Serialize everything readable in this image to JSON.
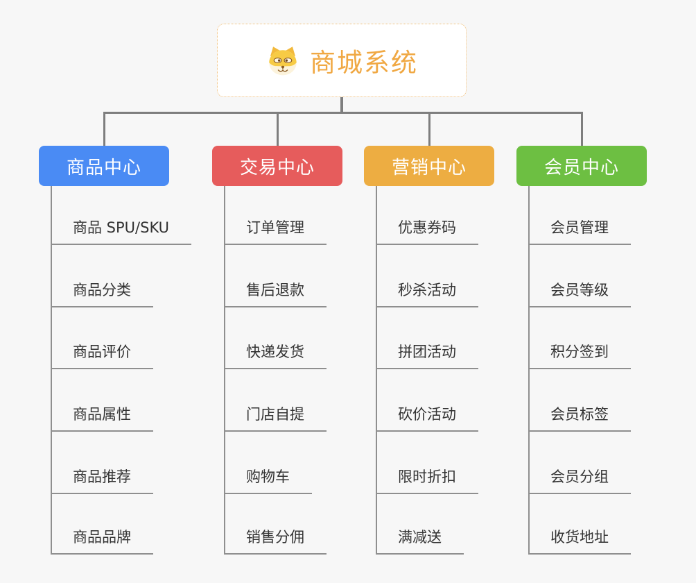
{
  "root": {
    "title": "商城系统",
    "icon": "dog-face-icon"
  },
  "branches": [
    {
      "label": "商品中心",
      "color": "#4a8bf4",
      "children": [
        "商品 SPU/SKU",
        "商品分类",
        "商品评价",
        "商品属性",
        "商品推荐",
        "商品品牌"
      ]
    },
    {
      "label": "交易中心",
      "color": "#e65c5c",
      "children": [
        "订单管理",
        "售后退款",
        "快递发货",
        "门店自提",
        "购物车",
        "销售分佣"
      ]
    },
    {
      "label": "营销中心",
      "color": "#edad42",
      "children": [
        "优惠券码",
        "秒杀活动",
        "拼团活动",
        "砍价活动",
        "限时折扣",
        "满减送"
      ]
    },
    {
      "label": "会员中心",
      "color": "#6dbf42",
      "children": [
        "会员管理",
        "会员等级",
        "积分签到",
        "会员标签",
        "会员分组",
        "收货地址"
      ]
    }
  ],
  "colors": {
    "background": "#f7f7f7",
    "root_text": "#f0a843",
    "root_border": "#f0be78",
    "connector": "#8f8f8f",
    "child_text": "#333333",
    "branch_blue": "#4a8bf4",
    "branch_red": "#e65c5c",
    "branch_orange": "#edad42",
    "branch_green": "#6dbf42"
  }
}
